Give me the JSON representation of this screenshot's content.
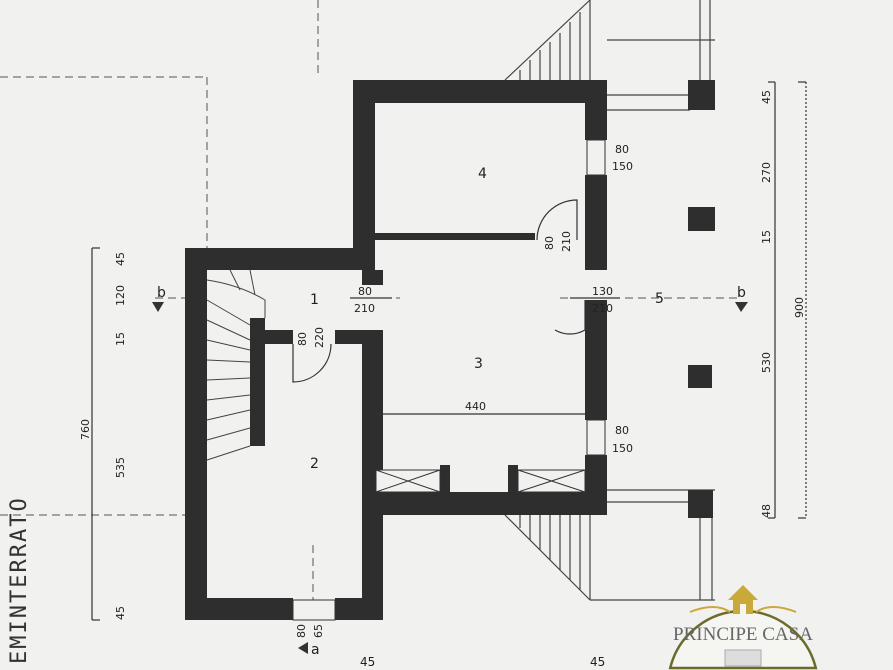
{
  "plan": {
    "floor_label": "EMINTERRATO",
    "rooms": [
      "1",
      "2",
      "3",
      "4",
      "5"
    ],
    "openings": {
      "door_1": [
        "80",
        "210"
      ],
      "door_1_2": [
        "80",
        "220"
      ],
      "door_4": [
        "80",
        "210"
      ],
      "door_3_5": [
        "130",
        "210"
      ],
      "window_4": [
        "80",
        "150"
      ],
      "window_3": [
        "80",
        "150"
      ],
      "window_2": [
        "80",
        "65"
      ]
    },
    "inner_dimension": "440",
    "left_dimensions": [
      "45",
      "120",
      "15",
      "535",
      "45"
    ],
    "left_total": "760",
    "right_dimensions": [
      "45",
      "270",
      "15",
      "530",
      "48"
    ],
    "right_total": "900",
    "bottom_dimensions": [
      "45",
      "45"
    ],
    "section_marks": {
      "b_left": "b",
      "b_right": "b",
      "a": "a"
    }
  },
  "watermark": {
    "brand": "PRINCIPE CASA",
    "colors": {
      "gold": "#c9a93a",
      "ring": "#6b6b2e",
      "text": "#666666"
    }
  },
  "colors": {
    "wall": "#2e2e2e",
    "paper": "#f1f1ef",
    "line": "#333333"
  }
}
